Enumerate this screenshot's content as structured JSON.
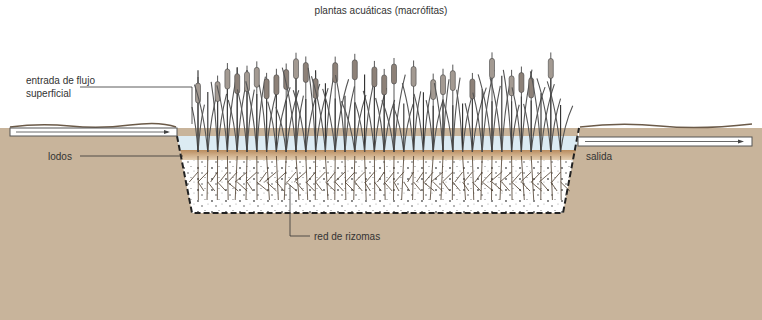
{
  "diagram": {
    "labels": [
      "plantas acuáticas (macrófitas)",
      "entrada de flujo superficial",
      "lodos",
      "salida",
      "red de rizomas"
    ]
  }
}
